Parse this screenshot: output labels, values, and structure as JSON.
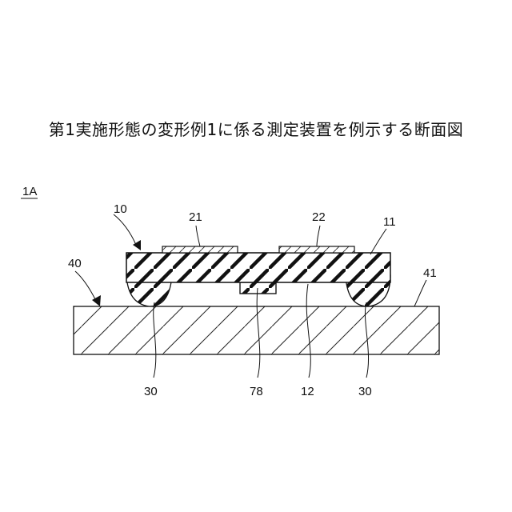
{
  "title": "第1実施形態の変形例1に係る測定装置を例示する断面図",
  "figure_label": "1A",
  "labels": {
    "device": "10",
    "substrate_arrow": "40",
    "electrode_1": "21",
    "electrode_2": "22",
    "board_body": "11",
    "substrate_surface": "41",
    "board_underside": "12",
    "bump_left": "30",
    "bump_right": "30",
    "center_member": "78"
  }
}
